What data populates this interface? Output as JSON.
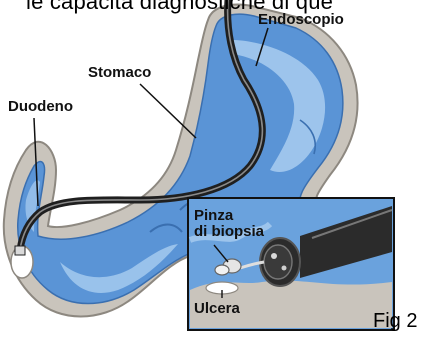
{
  "header": {
    "cut_text": "le capacità diagnostiche di que"
  },
  "labels": {
    "endoscopio": "Endoscopio",
    "stomaco": "Stomaco",
    "duodeno": "Duodeno",
    "pinza": "Pinza",
    "di_biopsia": "di biopsia",
    "ulcera": "Ulcera"
  },
  "caption": "Fig 2",
  "colors": {
    "organ_blue": "#5a94d6",
    "organ_light": "#a9cdf0",
    "wall_grey": "#c9c4bc",
    "scope": "#2b2b2b"
  }
}
